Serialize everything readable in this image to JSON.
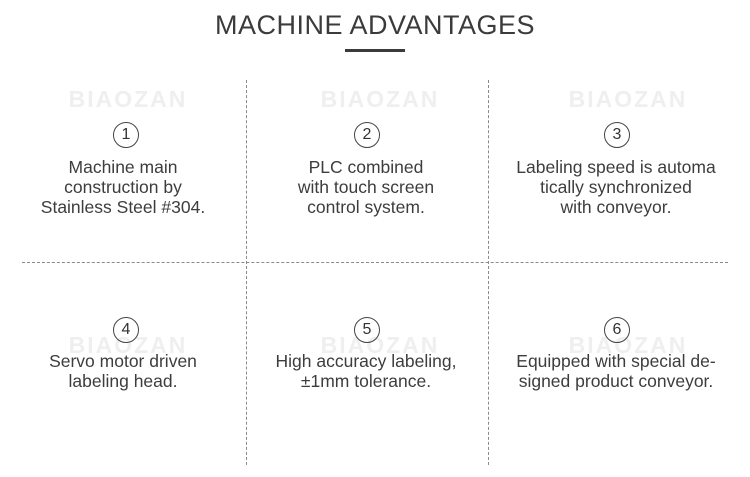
{
  "heading": "MACHINE ADVANTAGES",
  "watermark": "BIAOZAN",
  "advantages": [
    {
      "number": "1",
      "text": "Machine main\nconstruction by\nStainless Steel #304."
    },
    {
      "number": "2",
      "text": "PLC combined\nwith touch screen\ncontrol system."
    },
    {
      "number": "3",
      "text": "Labeling speed is automa\ntically synchronized\nwith conveyor."
    },
    {
      "number": "4",
      "text": "Servo motor driven\nlabeling head."
    },
    {
      "number": "5",
      "text": "High accuracy labeling,\n±1mm tolerance."
    },
    {
      "number": "6",
      "text": "Equipped with special de-\nsigned product conveyor."
    }
  ]
}
